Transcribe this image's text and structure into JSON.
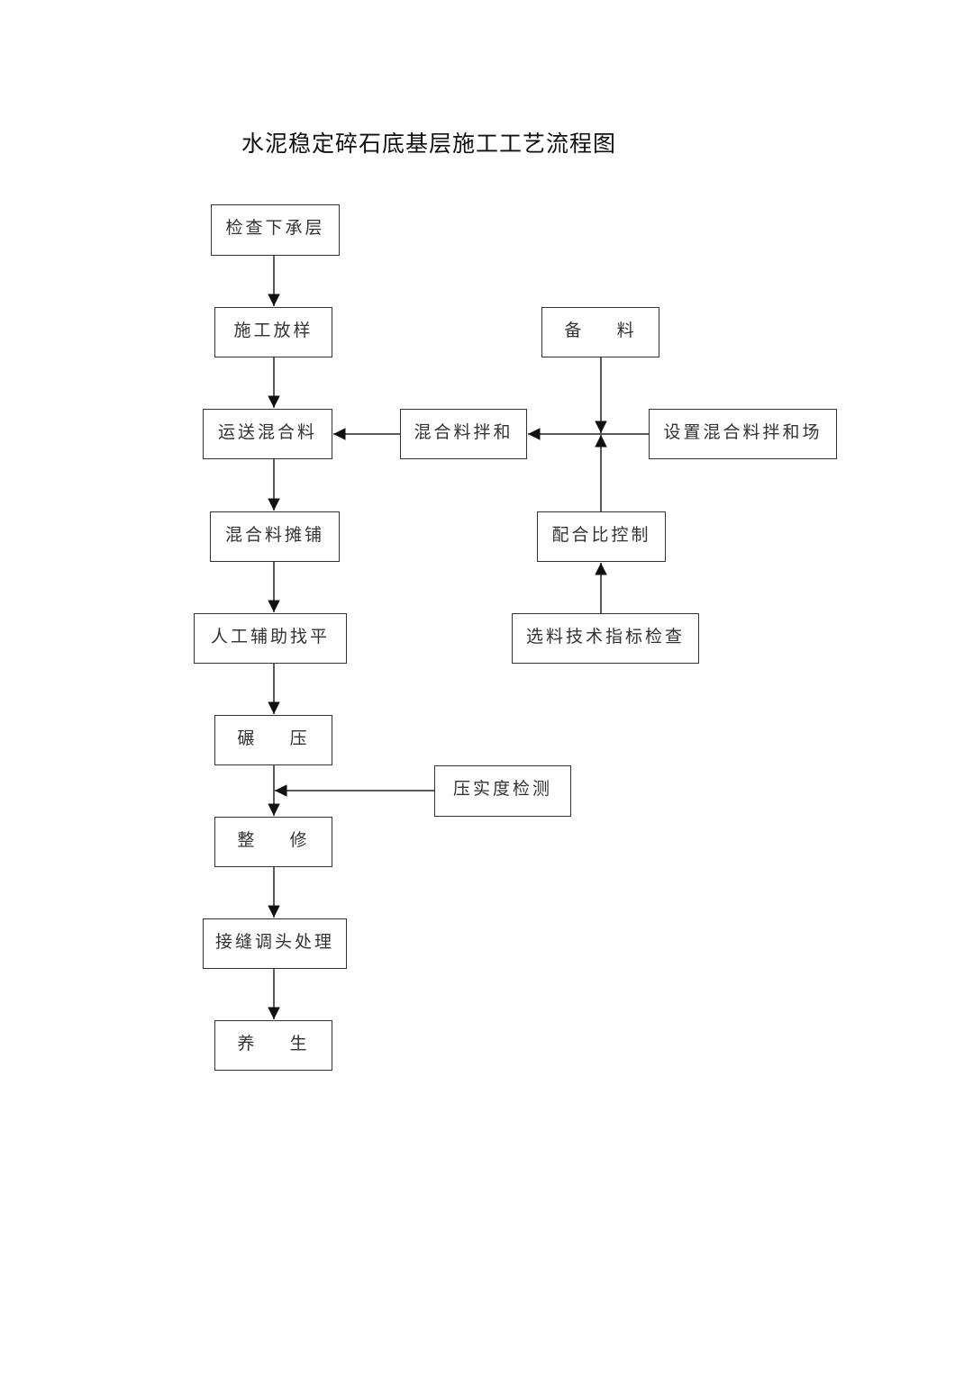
{
  "title": "水泥稳定碎石底基层施工工艺流程图",
  "main_steps": [
    "检查下承层",
    "施工放样",
    "运送混合料",
    "混合料摊铺",
    "人工辅助找平",
    "碾    压",
    "整    修",
    "接缝调头处理",
    "养    生"
  ],
  "side": {
    "materials": "备    料",
    "mixing": "混合料拌和",
    "mixing_site": "设置混合料拌和场",
    "mix_ratio": "配合比控制",
    "material_check": "选料技术指标检查",
    "compaction_test": "压实度检测"
  }
}
